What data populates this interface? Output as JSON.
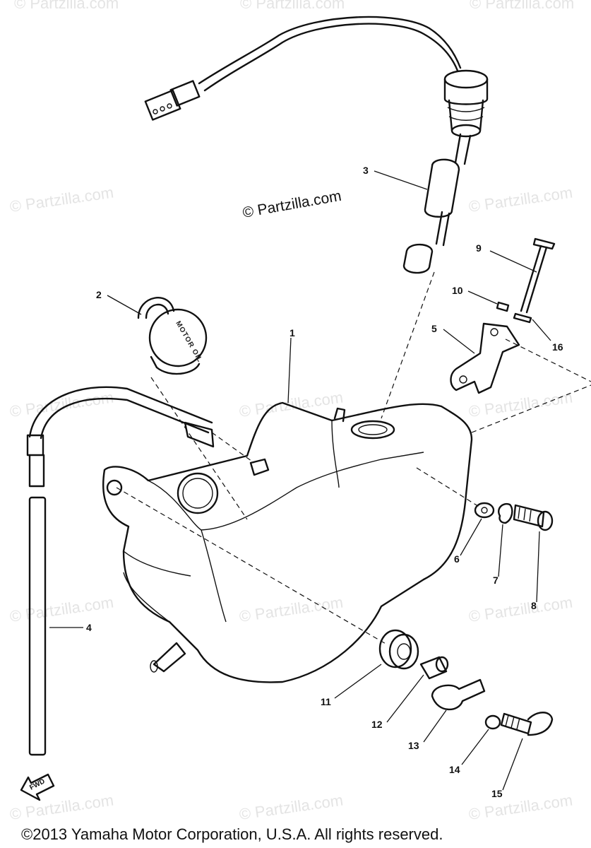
{
  "watermark": "© Partzilla.com",
  "brand_mark": "© Partzilla.com",
  "copyright": "©2013 Yamaha Motor Corporation, U.S.A. All rights reserved.",
  "cap_label": "MOTOR OIL",
  "fwd_label": "FWD",
  "callouts": [
    {
      "id": "1",
      "label": "1"
    },
    {
      "id": "2",
      "label": "2"
    },
    {
      "id": "3",
      "label": "3"
    },
    {
      "id": "4",
      "label": "4"
    },
    {
      "id": "5",
      "label": "5"
    },
    {
      "id": "6",
      "label": "6"
    },
    {
      "id": "7",
      "label": "7"
    },
    {
      "id": "8",
      "label": "8"
    },
    {
      "id": "9",
      "label": "9"
    },
    {
      "id": "10",
      "label": "10"
    },
    {
      "id": "11",
      "label": "11"
    },
    {
      "id": "12",
      "label": "12"
    },
    {
      "id": "13",
      "label": "13"
    },
    {
      "id": "14",
      "label": "14"
    },
    {
      "id": "15",
      "label": "15"
    },
    {
      "id": "16",
      "label": "16"
    }
  ]
}
